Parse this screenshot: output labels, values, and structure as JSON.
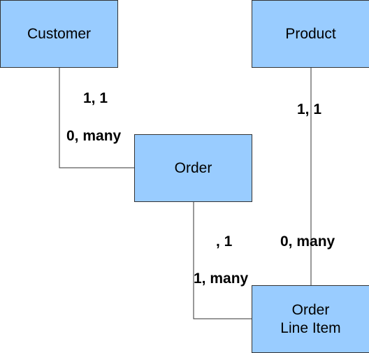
{
  "entities": {
    "customer": "Customer",
    "product": "Product",
    "order": "Order",
    "order_line_item": "Order\nLine Item"
  },
  "cardinalities": {
    "customer_side": "1, 1",
    "order_from_customer": "0, many",
    "product_side": "1, 1",
    "line_item_from_product": "0, many",
    "order_side": ", 1",
    "line_item_from_order": "1, many"
  },
  "colors": {
    "entity_fill": "#99ccff",
    "entity_border": "#333333",
    "line": "#333333"
  }
}
